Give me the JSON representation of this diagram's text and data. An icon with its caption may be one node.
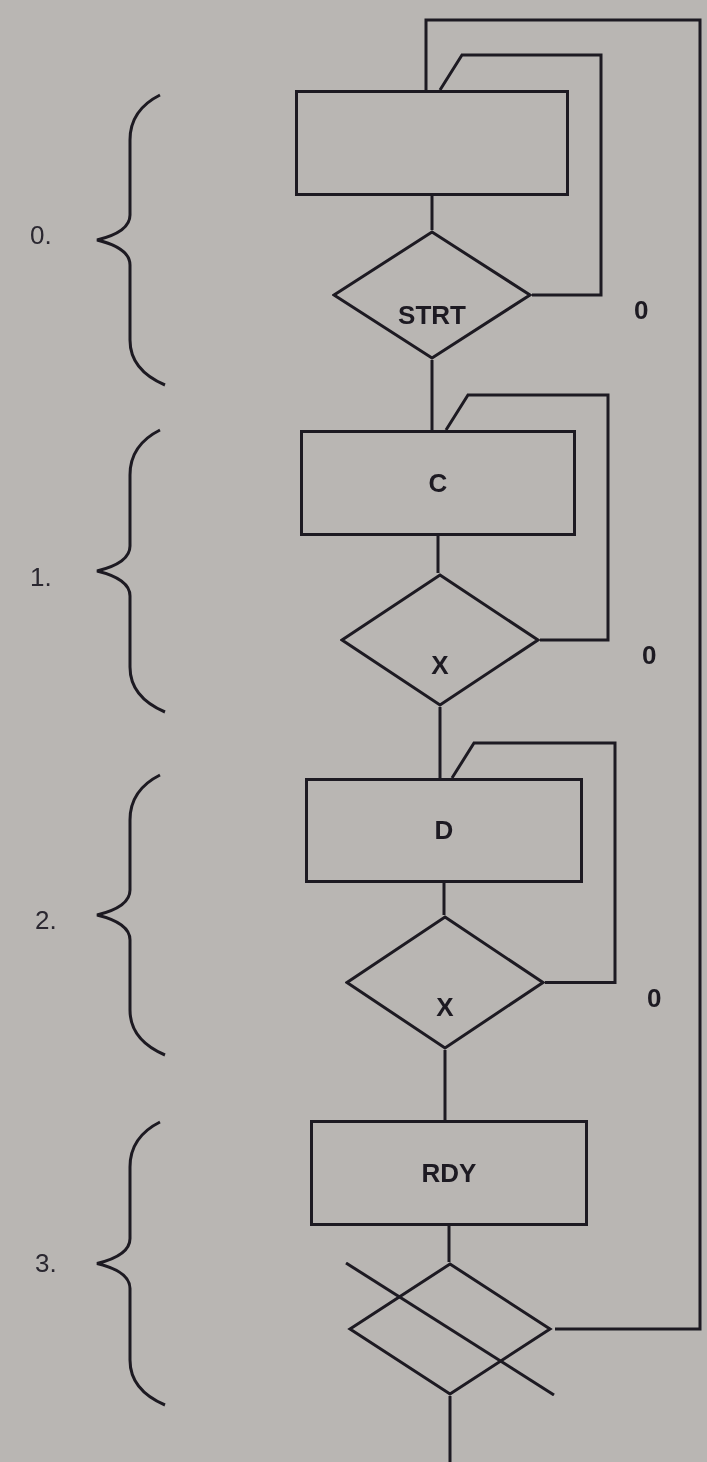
{
  "diagram": {
    "nodes": [
      {
        "text": [],
        "shape": "box"
      },
      {
        "text": [
          "STRT"
        ]
      },
      {
        "text": [
          "C"
        ]
      },
      {
        "text": [
          "X"
        ]
      },
      {
        "text": [
          "D"
        ]
      },
      {
        "text": [
          "X"
        ]
      },
      {
        "text": [
          "RDY"
        ]
      },
      {
        "text": [],
        "shape": "diamond"
      }
    ],
    "edges": [
      {
        "from": 0,
        "to": 1,
        "arrow": "none"
      },
      {
        "from": 1,
        "to": 0,
        "arrow": "none",
        "label": "0"
      },
      {
        "from": 1,
        "to": 2,
        "arrow": "none"
      },
      {
        "from": 2,
        "to": 3,
        "arrow": "none"
      },
      {
        "from": 3,
        "to": 2,
        "arrow": "none",
        "label": "0"
      },
      {
        "from": 3,
        "to": 4,
        "arrow": "none"
      },
      {
        "from": 4,
        "to": 5,
        "arrow": "none"
      },
      {
        "from": 5,
        "to": 4,
        "arrow": "none",
        "label": "0"
      },
      {
        "from": 5,
        "to": 6,
        "arrow": "none"
      },
      {
        "from": 6,
        "to": 7,
        "arrow": "none"
      },
      {
        "from": 7,
        "to": 0,
        "arrow": "none"
      },
      {
        "from": 7,
        "to": null,
        "arrow": "none"
      }
    ],
    "labels": [
      "0.",
      "1.",
      "2.",
      "3."
    ]
  }
}
